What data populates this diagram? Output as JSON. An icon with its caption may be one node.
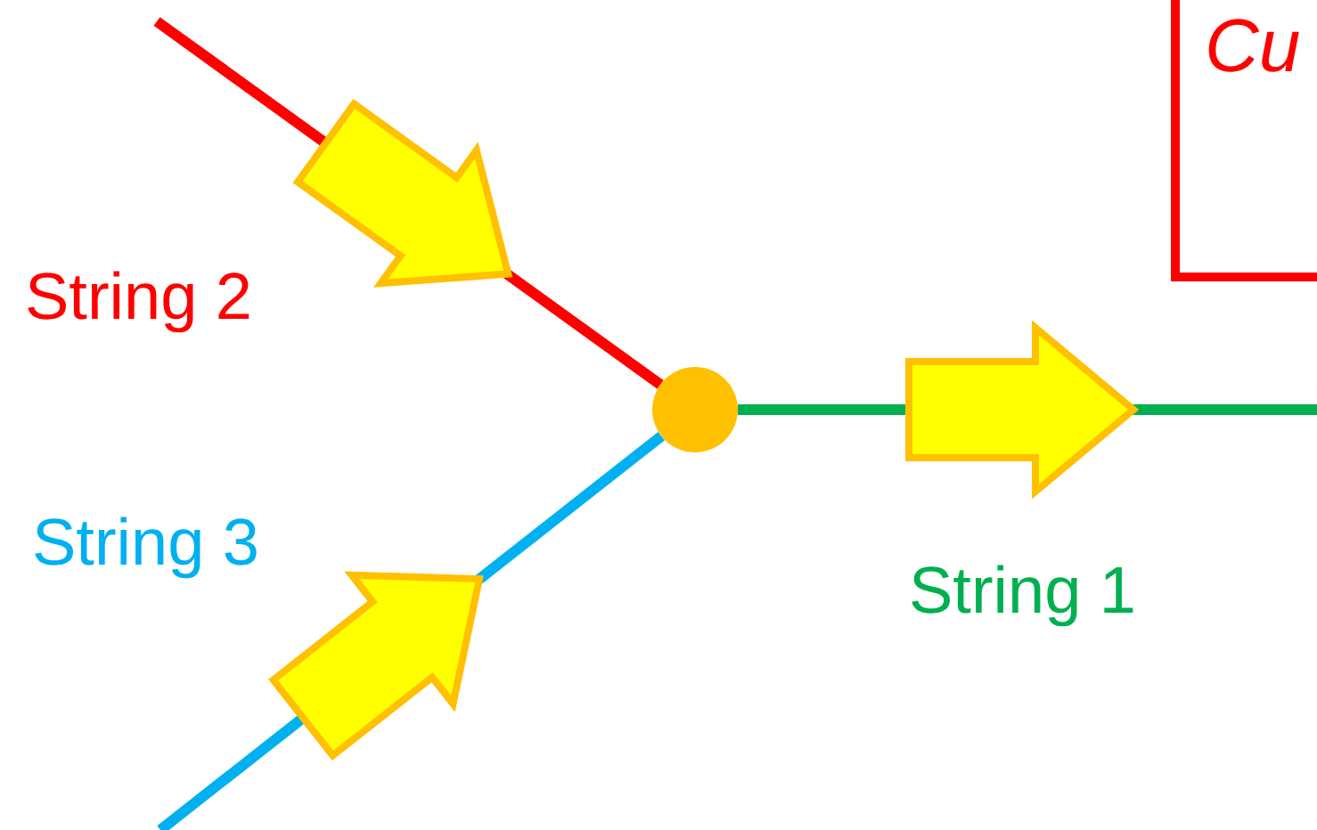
{
  "diagram": {
    "nodes": [
      {
        "text": [
          "Cu"
        ]
      },
      {
        "text": [],
        "shape": "circle"
      }
    ],
    "edges": [
      {
        "from": null,
        "to": 1,
        "arrow": "none",
        "label": "String 2",
        "color": "#ff0000"
      },
      {
        "from": null,
        "to": 1,
        "arrow": "none",
        "label": "String 3",
        "color": "#00b0f0"
      },
      {
        "from": 1,
        "to": null,
        "arrow": "none",
        "label": "String 1",
        "color": "#00b050"
      }
    ]
  }
}
